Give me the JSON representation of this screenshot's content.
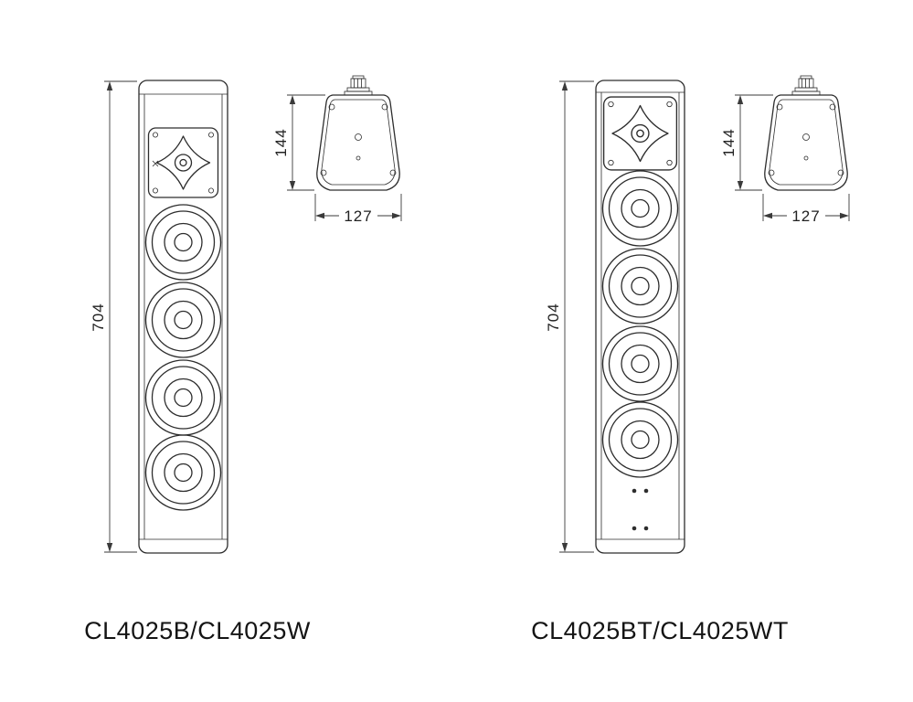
{
  "drawing": {
    "background": "#ffffff",
    "line_color": "#2d2d2d"
  },
  "labels": {
    "model_left": "CL4025B/CL4025W",
    "model_right": "CL4025BT/CL4025WT"
  },
  "dimensions": {
    "front_height": "704",
    "top_height": "144",
    "top_width": "127"
  }
}
